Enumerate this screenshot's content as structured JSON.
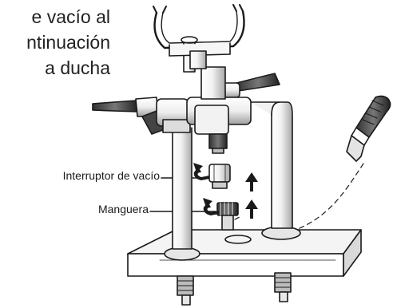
{
  "heading_lines": [
    "e vacío al",
    "ntinuación",
    "a ducha"
  ],
  "callouts": {
    "vacuum_breaker": "Interruptor de vacío",
    "hose": "Manguera"
  },
  "colors": {
    "ink": "#1a1a1a",
    "metal_light": "#e6e6e6",
    "metal_shadow": "#9a9a9a",
    "background": "#ffffff"
  },
  "icons": [
    "rotation-arrow-icon",
    "up-arrow-icon"
  ]
}
